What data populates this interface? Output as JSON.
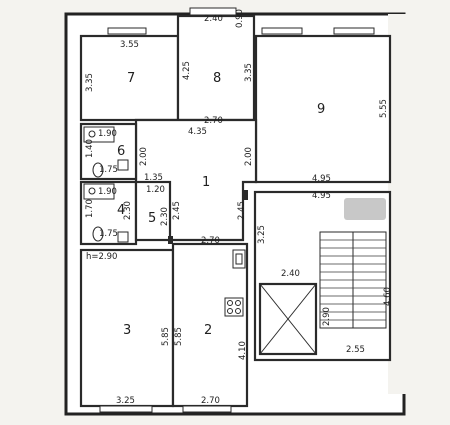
{
  "rooms": {
    "r1": "1",
    "r2": "2",
    "r3": "3",
    "r4": "4",
    "r5": "5",
    "r6": "6",
    "r7": "7",
    "r8": "8",
    "r9": "9"
  },
  "dims": {
    "d_3_55": "3.55",
    "d_2_40_top": "2.40",
    "d_0_90": "0.90",
    "d_3_35_a": "3.35",
    "d_4_25": "4.25",
    "d_3_35_b": "3.35",
    "d_5_55": "5.55",
    "d_2_70_top": "2.70",
    "d_4_35": "4.35",
    "d_1_90_a": "1.90",
    "d_1_40": "1.40",
    "d_2_00_a": "2.00",
    "d_2_00_b": "2.00",
    "d_1_75_a": "1.75",
    "d_1_35": "1.35",
    "d_4_95_a": "4.95",
    "d_4_95_b": "4.95",
    "d_1_90_b": "1.90",
    "d_1_20": "1.20",
    "d_1_70": "1.70",
    "d_2_30_a": "2.30",
    "d_2_30_b": "2.30",
    "d_2_45_a": "2.45",
    "d_2_45_b": "2.45",
    "d_3_25_v": "3.25",
    "d_1_75_b": "1.75",
    "d_2_70_mid": "2.70",
    "d_h_2_90": "h=2.90",
    "d_2_40_mid": "2.40",
    "d_4_60": "4.60",
    "d_2_90": "2.90",
    "d_5_85_a": "5.85",
    "d_5_85_b": "5.85",
    "d_4_10": "4.10",
    "d_2_55": "2.55",
    "d_3_25_bot": "3.25",
    "d_2_70_bot": "2.70"
  }
}
